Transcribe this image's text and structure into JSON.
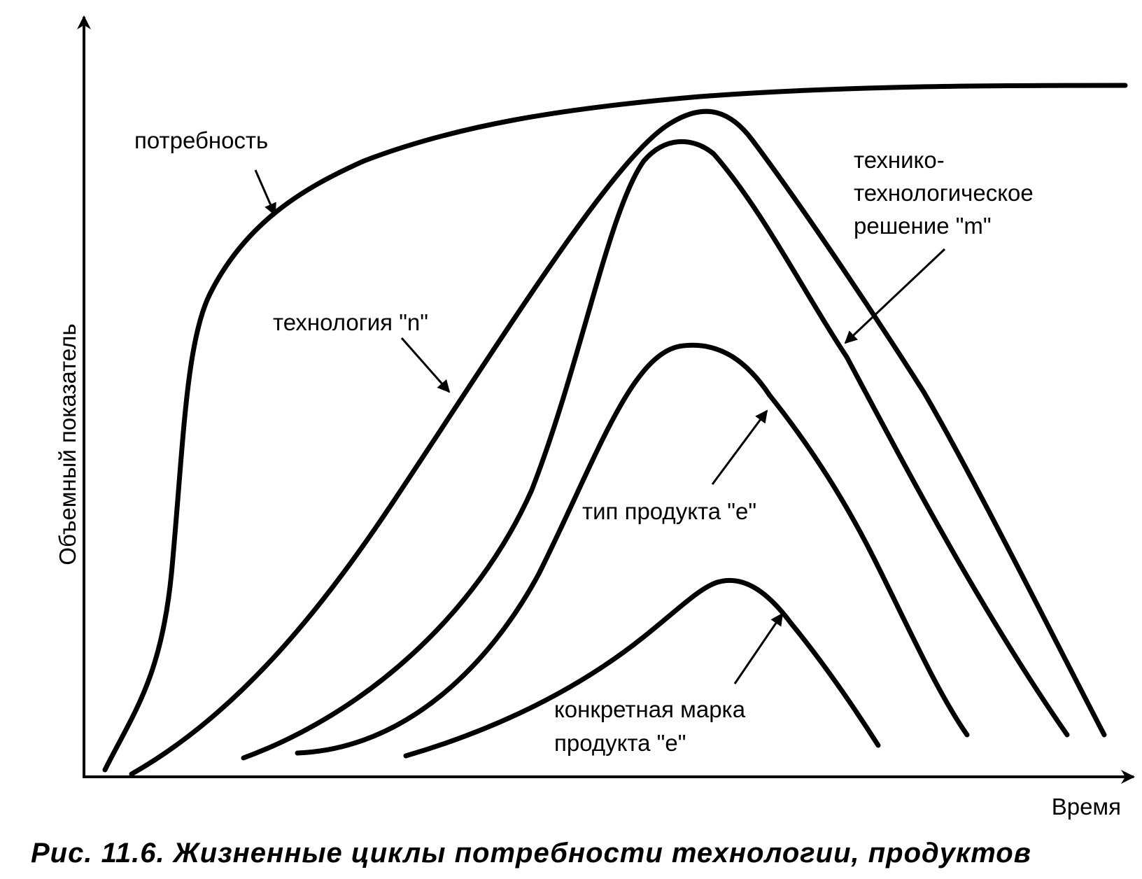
{
  "axes": {
    "y_label": "Объемный показатель",
    "x_label": "Время"
  },
  "curves": {
    "need": {
      "label": "потребность"
    },
    "technology": {
      "label": "технология \"n\""
    },
    "tech_solution": {
      "label_lines": [
        "технико-",
        "технологическое",
        "решение \"m\""
      ]
    },
    "product_type": {
      "label": "тип продукта \"е\""
    },
    "brand": {
      "label_lines": [
        "конкретная марка",
        "продукта \"е\""
      ]
    }
  },
  "caption": "Рис. 11.6. Жизненные циклы потребности технологии, продуктов",
  "colors": {
    "ink": "#000000",
    "background": "#ffffff"
  }
}
